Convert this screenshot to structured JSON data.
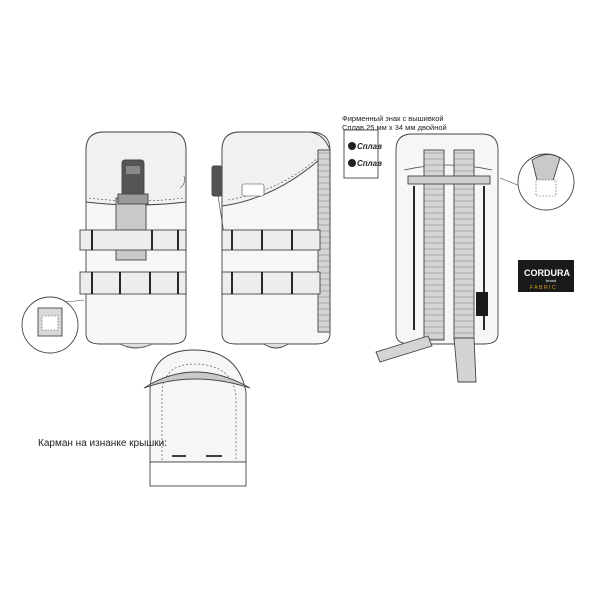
{
  "callout": {
    "line1": "Фирменный знак с вышивкой",
    "line2": "Сплав 25 мм х 34 мм двойной"
  },
  "logo": {
    "text": "Сплав"
  },
  "cordura": {
    "brand": "CORDURA",
    "tag": "brand",
    "sub": "FABRIC"
  },
  "pocket_caption": "Карман на изнанке крышки:",
  "colors": {
    "line": "#444444",
    "body": "#f6f6f6",
    "strap": "#c9c9c9",
    "buckle": "#555555",
    "badge_bg": "#1a1a1a",
    "cordura_accent": "#e2a227"
  }
}
